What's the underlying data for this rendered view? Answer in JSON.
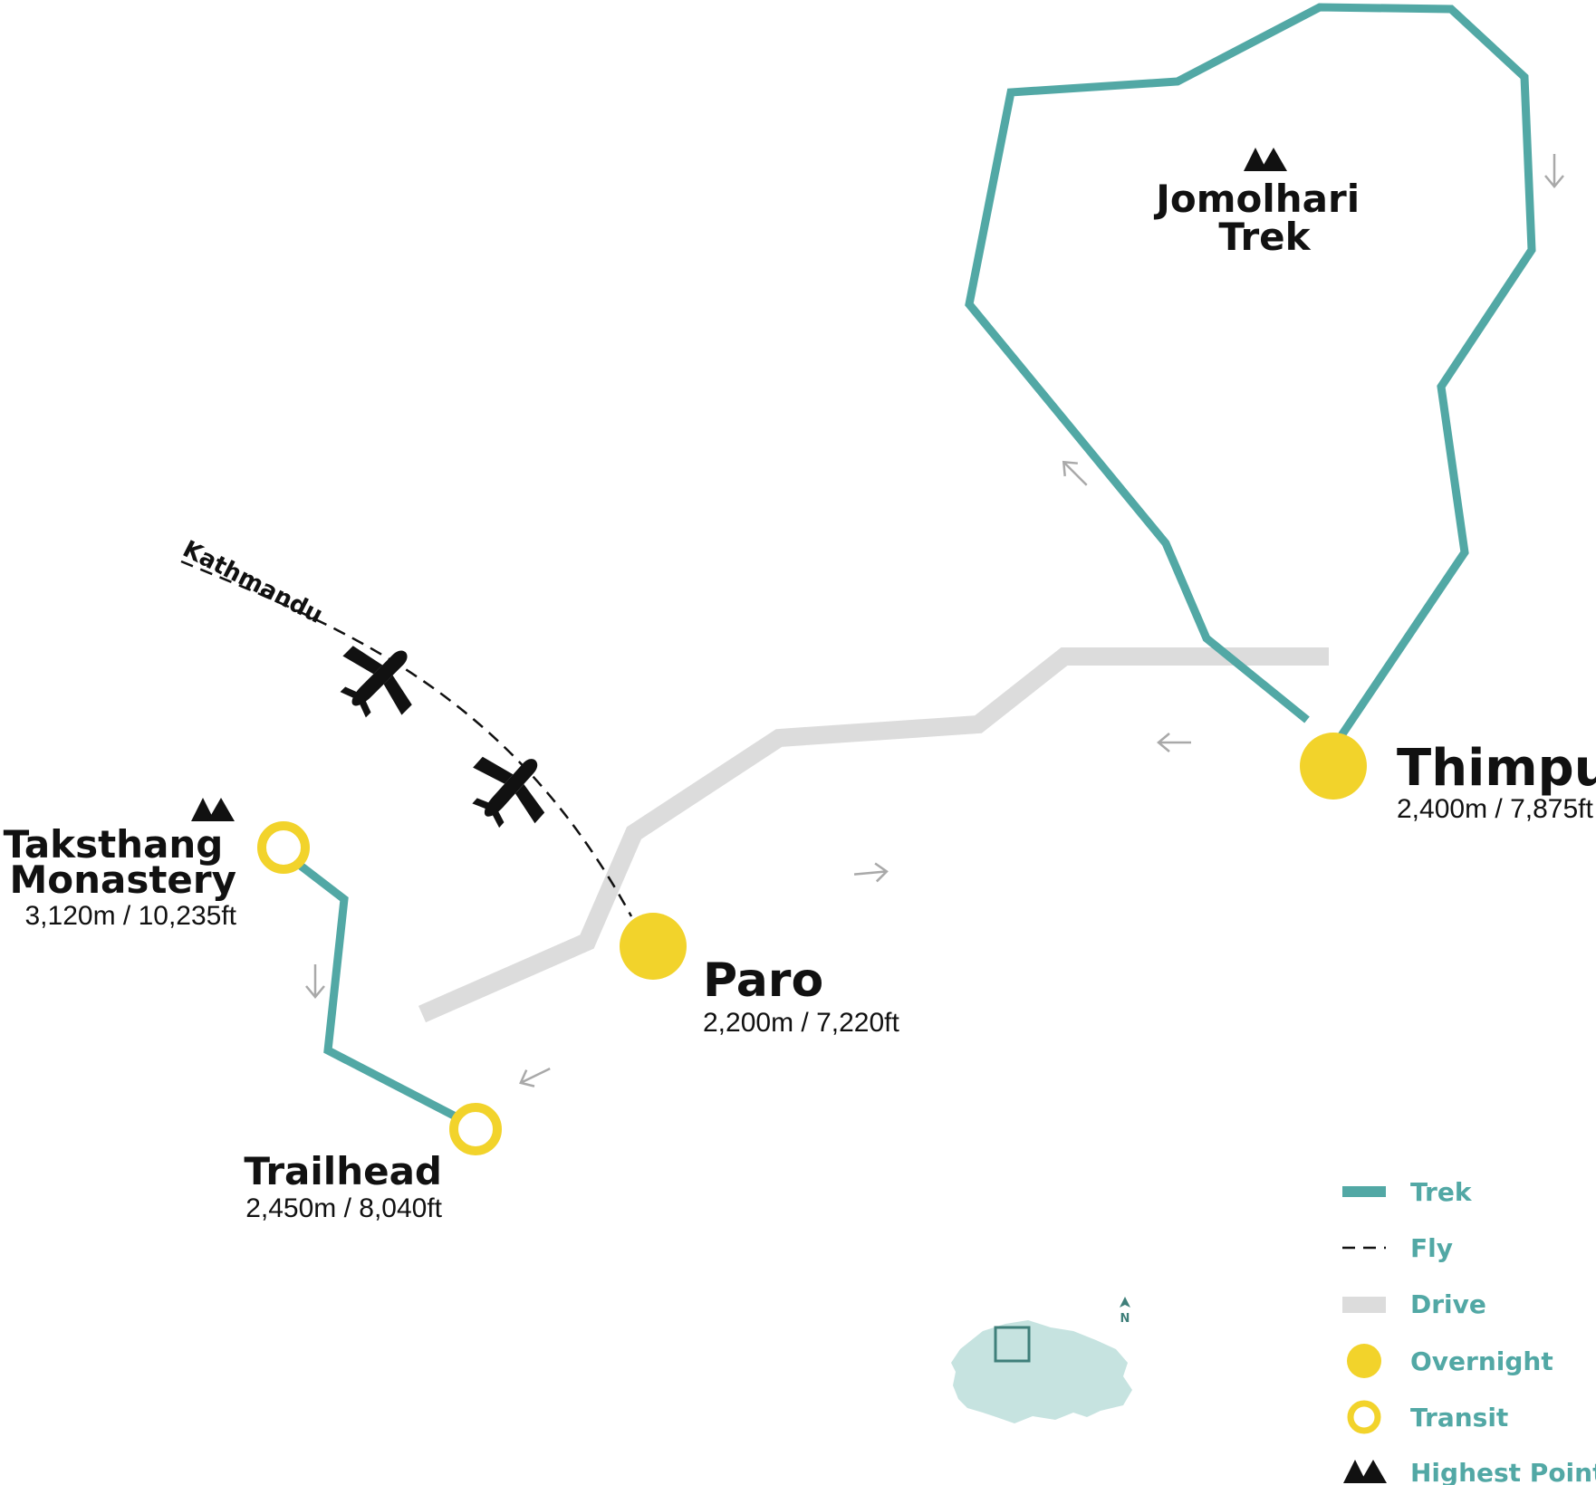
{
  "colors": {
    "trek": "#52a8a5",
    "drive": "#dcdcdc",
    "fly": "#111111",
    "overnight": "#f2d32b",
    "transit": "#f2d32b",
    "highest_point": "#111111",
    "legend_text": "#52a8a5",
    "inset_fill": "#c6e3e0",
    "arrow": "#a9a9a9"
  },
  "places": {
    "thimpu": {
      "name": "Thimpu",
      "elevation": "2,400m / 7,875ft",
      "marker": "overnight"
    },
    "paro": {
      "name": "Paro",
      "elevation": "2,200m / 7,220ft",
      "marker": "overnight"
    },
    "trailhead": {
      "name": "Trailhead",
      "elevation": "2,450m / 8,040ft",
      "marker": "transit"
    },
    "taksthang": {
      "name_line1": "Taksthang",
      "name_line2": "Monastery",
      "elevation": "3,120m / 10,235ft",
      "marker": "transit",
      "icon": "mountain-icon"
    },
    "jomolhari": {
      "name_line1": "Jomolhari",
      "name_line2": "Trek",
      "icon": "mountain-icon"
    }
  },
  "routes": {
    "fly_origin": "Kathmandu"
  },
  "legend": {
    "items": [
      {
        "label": "Trek",
        "symbol": "trek-line"
      },
      {
        "label": "Fly",
        "symbol": "dashed-line"
      },
      {
        "label": "Drive",
        "symbol": "drive-line"
      },
      {
        "label": "Overnight",
        "symbol": "filled-circle"
      },
      {
        "label": "Transit",
        "symbol": "ring-circle"
      },
      {
        "label": "Highest Point",
        "symbol": "mountain-icon"
      }
    ]
  },
  "inset": {
    "north_label": "N",
    "icons": [
      "country-silhouette",
      "north-arrow-icon",
      "region-box"
    ]
  }
}
